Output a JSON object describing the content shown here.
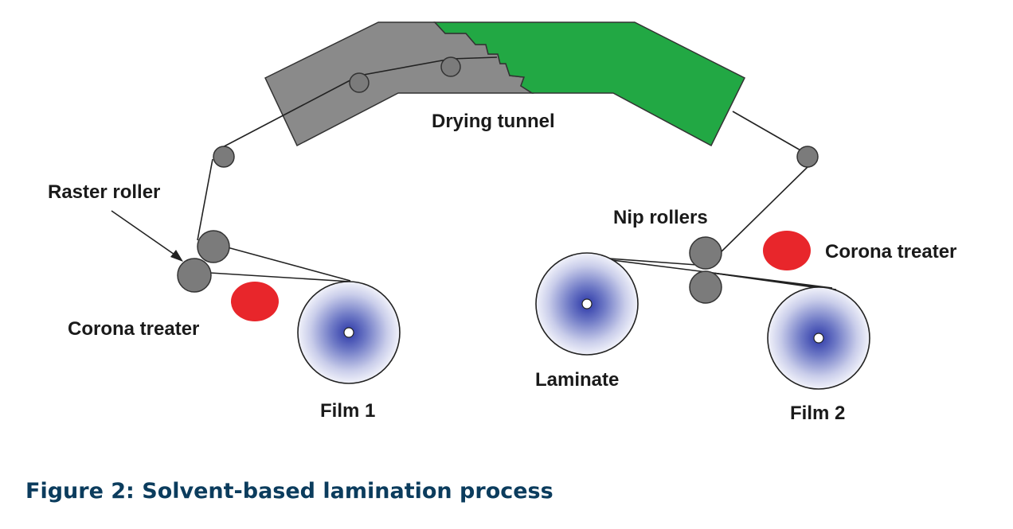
{
  "figure": {
    "caption": "Figure 2: Solvent-based lamination process",
    "labels": {
      "drying_tunnel": "Drying tunnel",
      "raster_roller": "Raster roller",
      "corona_treater_left": "Corona treater",
      "corona_treater_right": "Corona treater",
      "nip_rollers": "Nip rollers",
      "film_1": "Film 1",
      "film_2": "Film 2",
      "laminate": "Laminate"
    },
    "colors": {
      "tunnel_gray": "#8a8a8a",
      "tunnel_green": "#22a844",
      "roller_gray": "#7b7b7b",
      "corona_red": "#e8262b",
      "reel_center": "#3a45b0",
      "caption": "#0b3c5d"
    }
  }
}
